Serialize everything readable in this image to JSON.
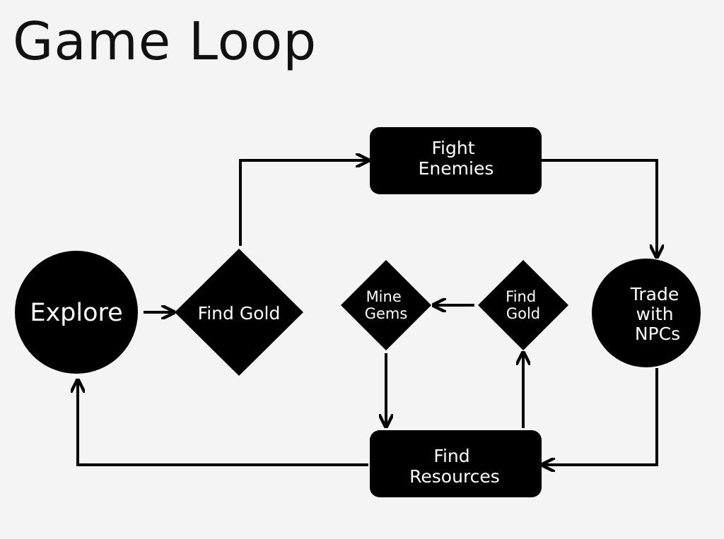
{
  "title": "Game Loop",
  "nodes": {
    "explore": "Explore",
    "find_gold_main": "Find Gold",
    "fight_enemies": [
      "Fight",
      "Enemies"
    ],
    "trade_with_npcs": [
      "Trade",
      "with",
      "NPCs"
    ],
    "mine_gems": [
      "Mine",
      "Gems"
    ],
    "find_gold_inner": [
      "Find",
      "Gold"
    ],
    "find_resources": [
      "Find",
      "Resources"
    ]
  },
  "colors": {
    "background": "#f4f4f4",
    "shape_fill": "#000000",
    "shape_text": "#ffffff",
    "arrow": "#000000"
  }
}
